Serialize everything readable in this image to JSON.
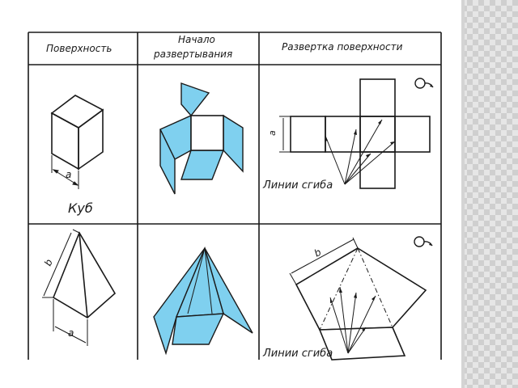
{
  "table": {
    "headers": [
      "Поверхность",
      "Начало развертывания",
      "Развертка поверхности"
    ],
    "header_lines": {
      "col2_line1": "Начало",
      "col2_line2": "развертывания"
    },
    "rows": [
      {
        "surface_name": "Куб",
        "dim_label": "a",
        "fold_label": "Линии сгиба",
        "dev_dim_label": "a"
      },
      {
        "surface_name": "",
        "dim_label_b": "b",
        "dim_label_a": "a",
        "fold_label": "Линии сгиба",
        "dev_dim_label": "b"
      }
    ]
  },
  "colors": {
    "fill_blue": "#7fd0ef",
    "ink": "#1a1a1a",
    "side_pattern": "#cfcfcf"
  },
  "icons": [
    "rotate-arrow-icon",
    "rotate-arrow-icon"
  ]
}
